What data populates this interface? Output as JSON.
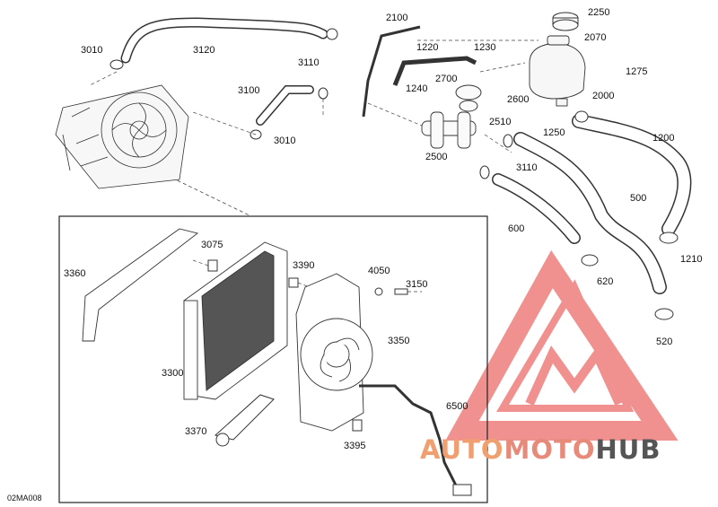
{
  "diagram_code": "02MA008",
  "watermark": {
    "part1": "AUTO",
    "part2": "MOTO",
    "part3": "HUB",
    "color_logo": "#e53935"
  },
  "labels": {
    "l2250": "2250",
    "l2100": "2100",
    "l1220": "1220",
    "l1230": "1230",
    "l2070": "2070",
    "l3010a": "3010",
    "l3120": "3120",
    "l3110a": "3110",
    "l2700": "2700",
    "l1275": "1275",
    "l1240": "1240",
    "l2600": "2600",
    "l2000": "2000",
    "l3100": "3100",
    "l2510": "2510",
    "l3010b": "3010",
    "l1250": "1250",
    "l1200": "1200",
    "l2500": "2500",
    "l3110b": "3110",
    "l500": "500",
    "l600": "600",
    "l1210": "1210",
    "l3075": "3075",
    "l3360": "3360",
    "l3390": "3390",
    "l4050": "4050",
    "l3150": "3150",
    "l620": "620",
    "l3350": "3350",
    "l520": "520",
    "l3300": "3300",
    "l3370": "3370",
    "l3395": "3395",
    "l6500": "6500"
  }
}
